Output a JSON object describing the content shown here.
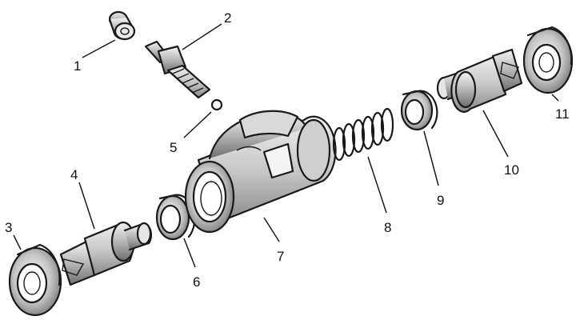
{
  "parts": [
    {
      "number": "1"
    },
    {
      "number": "2"
    },
    {
      "number": "3"
    },
    {
      "number": "4"
    },
    {
      "number": "5"
    },
    {
      "number": "6"
    },
    {
      "number": "7"
    },
    {
      "number": "8"
    },
    {
      "number": "9"
    },
    {
      "number": "10"
    },
    {
      "number": "11"
    }
  ]
}
